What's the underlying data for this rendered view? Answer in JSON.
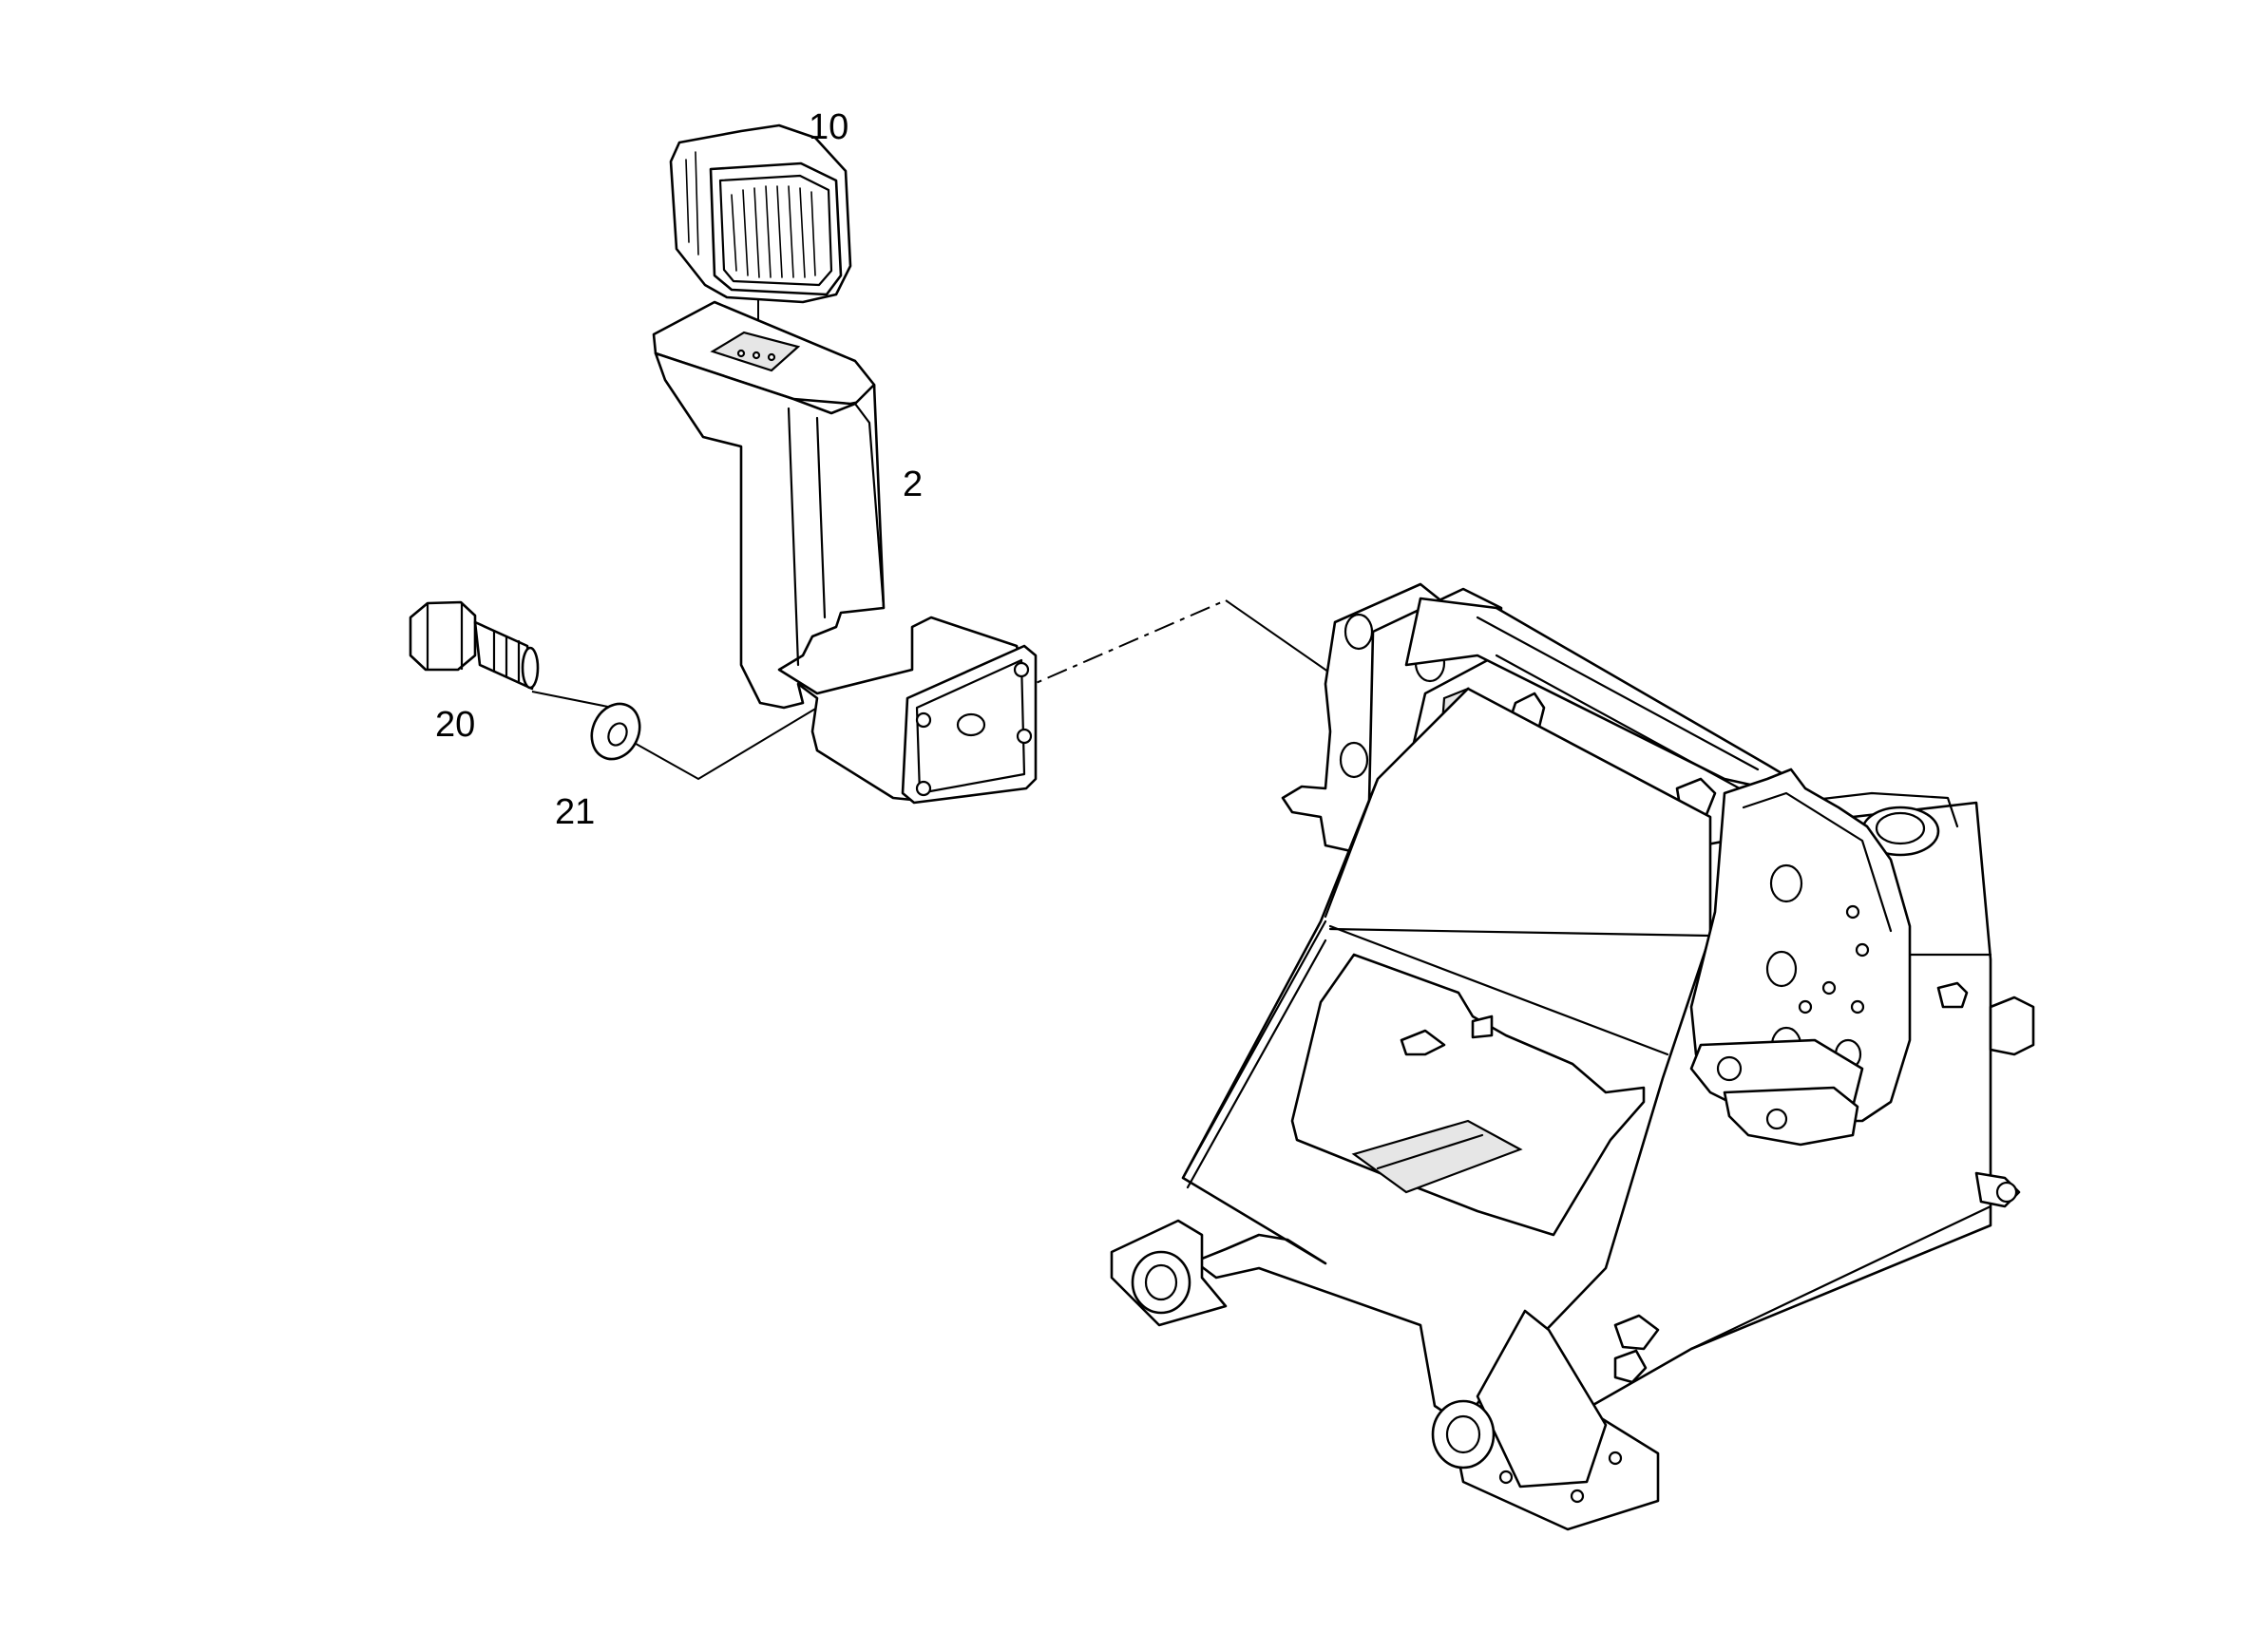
{
  "callouts": {
    "work_lamp": "10",
    "lamp_bracket": "2",
    "bolt": "20",
    "washer": "21"
  },
  "colors": {
    "line": "#000000",
    "background": "#ffffff"
  }
}
